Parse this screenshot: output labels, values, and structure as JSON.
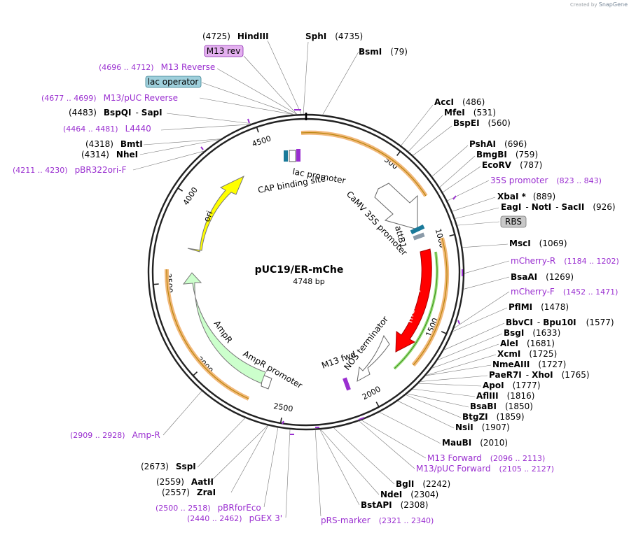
{
  "credit": {
    "prefix": "Created by",
    "brand": "SnapGene"
  },
  "plasmid": {
    "name": "pUC19/ER-mChe",
    "length": "4748 bp"
  },
  "ticks": [
    "500",
    "1000",
    "1500",
    "2000",
    "2500",
    "3000",
    "3500",
    "4000",
    "4500"
  ],
  "colors": {
    "enzyme": "#000000",
    "primer": "#9a2fd0",
    "orange": "#f2b87a",
    "ori": "#ffff00",
    "ampr": "#ccffcc",
    "mcherry": "#ff0000"
  },
  "inner_features": [
    {
      "name": "CaMV 35S promoter"
    },
    {
      "name": "attB1"
    },
    {
      "name": "mCherry"
    },
    {
      "name": "NOS terminator"
    },
    {
      "name": "M13 fwd"
    },
    {
      "name": "AmpR promoter"
    },
    {
      "name": "AmpR"
    },
    {
      "name": "ori"
    },
    {
      "name": "CAP binding site"
    },
    {
      "name": "lac promoter"
    }
  ],
  "labels": {
    "hindiii": {
      "pos": "(4725)",
      "name": "HindIII"
    },
    "sphi": {
      "pos": "(4735)",
      "name": "SphI"
    },
    "bsmi": {
      "pos": "(79)",
      "name": "BsmI"
    },
    "m13rev_box": {
      "name": "M13 rev"
    },
    "m13reverse": {
      "pos": "(4696 .. 4712)",
      "name": "M13 Reverse"
    },
    "lacop_box": {
      "name": "lac operator"
    },
    "m13pucrev": {
      "pos": "(4677 .. 4699)",
      "name": "M13/pUC Reverse"
    },
    "bspqi": {
      "pos": "(4483)",
      "name": "BspQI",
      "sep": "-",
      "name2": "SapI"
    },
    "l4440": {
      "pos": "(4464 .. 4481)",
      "name": "L4440"
    },
    "bmti": {
      "pos": "(4318)",
      "name": "BmtI"
    },
    "nhei": {
      "pos": "(4314)",
      "name": "NheI"
    },
    "pbr322ori": {
      "pos": "(4211 .. 4230)",
      "name": "pBR322ori-F"
    },
    "acci": {
      "name": "AccI",
      "pos": "(486)"
    },
    "mfei": {
      "name": "MfeI",
      "pos": "(531)"
    },
    "bspei": {
      "name": "BspEI",
      "pos": "(560)"
    },
    "pshai": {
      "name": "PshAI",
      "pos": "(696)"
    },
    "bmgbi": {
      "name": "BmgBI",
      "pos": "(759)"
    },
    "ecorv": {
      "name": "EcoRV",
      "pos": "(787)"
    },
    "p35s": {
      "name": "35S promoter",
      "pos": "(823 .. 843)"
    },
    "xbai": {
      "name": "XbaI *",
      "pos": "(889)"
    },
    "eagi": {
      "name": "EagI",
      "sep": "-",
      "name2": "NotI",
      "sep2": "-",
      "name3": "SacII",
      "pos": "(926)"
    },
    "rbs_box": {
      "name": "RBS"
    },
    "msci": {
      "name": "MscI",
      "pos": "(1069)"
    },
    "mcherryr": {
      "name": "mCherry-R",
      "pos": "(1184 .. 1202)"
    },
    "bsaai": {
      "name": "BsaAI",
      "pos": "(1269)"
    },
    "mcherryf": {
      "name": "mCherry-F",
      "pos": "(1452 .. 1471)"
    },
    "pflmi": {
      "name": "PflMI",
      "pos": "(1478)"
    },
    "bbvci": {
      "name": "BbvCI",
      "sep": "-",
      "name2": "Bpu10I",
      "pos": "(1577)"
    },
    "bsgi": {
      "name": "BsgI",
      "pos": "(1633)"
    },
    "alei": {
      "name": "AleI",
      "pos": "(1681)"
    },
    "xcmi": {
      "name": "XcmI",
      "pos": "(1725)"
    },
    "nmeaiii": {
      "name": "NmeAIII",
      "pos": "(1727)"
    },
    "paer7i": {
      "name": "PaeR7I",
      "sep": "-",
      "name2": "XhoI",
      "pos": "(1765)"
    },
    "apoi": {
      "name": "ApoI",
      "pos": "(1777)"
    },
    "afliii": {
      "name": "AflIII",
      "pos": "(1816)"
    },
    "bsabi": {
      "name": "BsaBI",
      "pos": "(1850)"
    },
    "btgzi": {
      "name": "BtgZI",
      "pos": "(1859)"
    },
    "nsii": {
      "name": "NsiI",
      "pos": "(1907)"
    },
    "maubi": {
      "name": "MauBI",
      "pos": "(2010)"
    },
    "m13fwd": {
      "name": "M13 Forward",
      "pos": "(2096 .. 2113)"
    },
    "m13pucfwd": {
      "name": "M13/pUC Forward",
      "pos": "(2105 .. 2127)"
    },
    "bgli": {
      "name": "BglI",
      "pos": "(2242)"
    },
    "ndei": {
      "name": "NdeI",
      "pos": "(2304)"
    },
    "bstapi": {
      "name": "BstAPI",
      "pos": "(2308)"
    },
    "prs": {
      "name": "pRS-marker",
      "pos": "(2321 .. 2340)"
    },
    "sspi": {
      "pos": "(2673)",
      "name": "SspI"
    },
    "aatii": {
      "pos": "(2559)",
      "name": "AatII"
    },
    "zrai": {
      "pos": "(2557)",
      "name": "ZraI"
    },
    "pbrforeco": {
      "pos": "(2500 .. 2518)",
      "name": "pBRforEco"
    },
    "pgex3": {
      "pos": "(2440 .. 2462)",
      "name": "pGEX 3'"
    },
    "ampr_primer": {
      "pos": "(2909 .. 2928)",
      "name": "Amp-R"
    }
  }
}
